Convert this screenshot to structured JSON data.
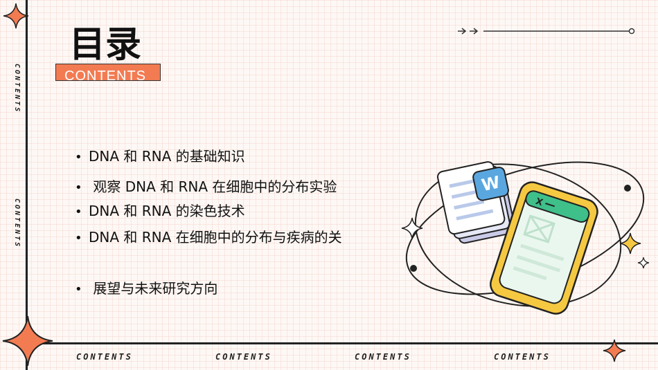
{
  "title": "目录",
  "subtitle": "CONTENTS",
  "side_labels": [
    "CONTENTS",
    "CONTENTS"
  ],
  "bottom_labels": [
    "CONTENTS",
    "CONTENTS",
    "CONTENTS",
    "CONTENTS"
  ],
  "toc_items": [
    "DNA 和 RNA 的基础知识",
    " 观察 DNA 和 RNA 在细胞中的分布实验",
    "DNA 和 RNA 的染色技术",
    "DNA 和 RNA 在细胞中的分布与疾病的关",
    " 展望与未来研究方向"
  ],
  "bullet_glyph": "•",
  "illustration": {
    "document_letter": "W",
    "sheet_label": "X"
  },
  "colors": {
    "accent": "#f37b52",
    "yellow": "#f5c842",
    "green": "#3fbf8a",
    "blue": "#5aa7e0",
    "ink": "#222222"
  }
}
